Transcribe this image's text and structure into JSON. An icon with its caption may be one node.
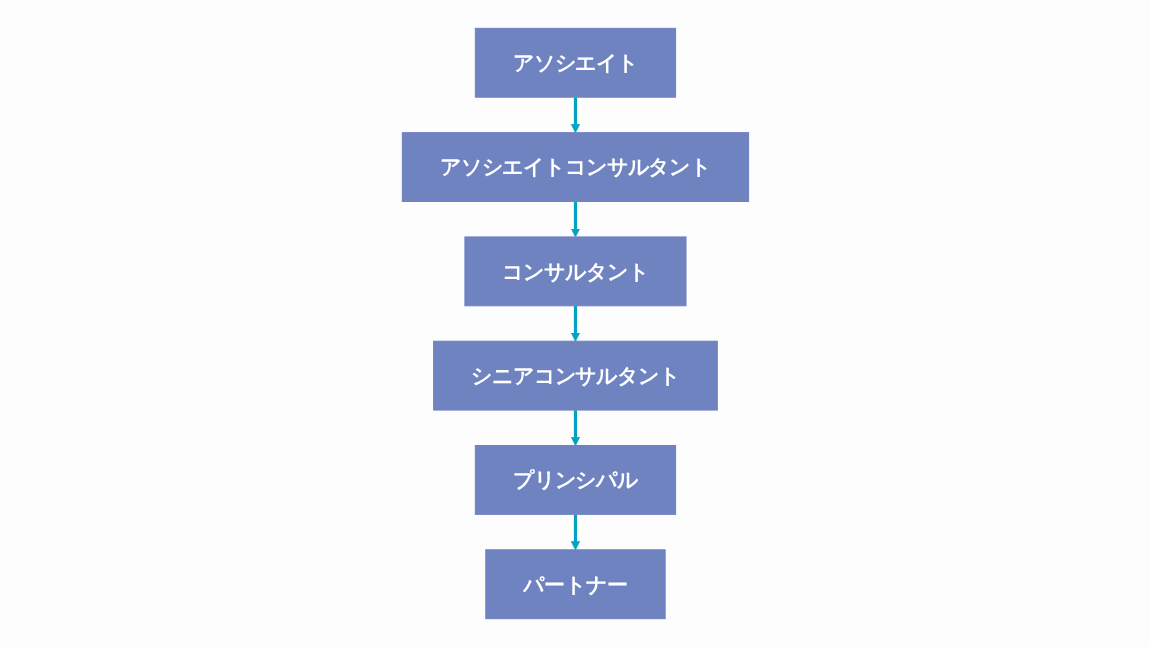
{
  "diagram": {
    "nodes": [
      {
        "text": [
          "アソシエイト"
        ]
      },
      {
        "text": [
          "アソシエイトコンサルタント"
        ]
      },
      {
        "text": [
          "コンサルタント"
        ]
      },
      {
        "text": [
          "シニアコンサルタント"
        ]
      },
      {
        "text": [
          "プリンシパル"
        ]
      },
      {
        "text": [
          "パートナー"
        ]
      }
    ],
    "edges": [
      {
        "from": 0,
        "to": 1,
        "arrow": "to"
      },
      {
        "from": 1,
        "to": 2,
        "arrow": "to"
      },
      {
        "from": 2,
        "to": 3,
        "arrow": "to"
      },
      {
        "from": 3,
        "to": 4,
        "arrow": "to"
      },
      {
        "from": 4,
        "to": 5,
        "arrow": "to"
      }
    ]
  }
}
